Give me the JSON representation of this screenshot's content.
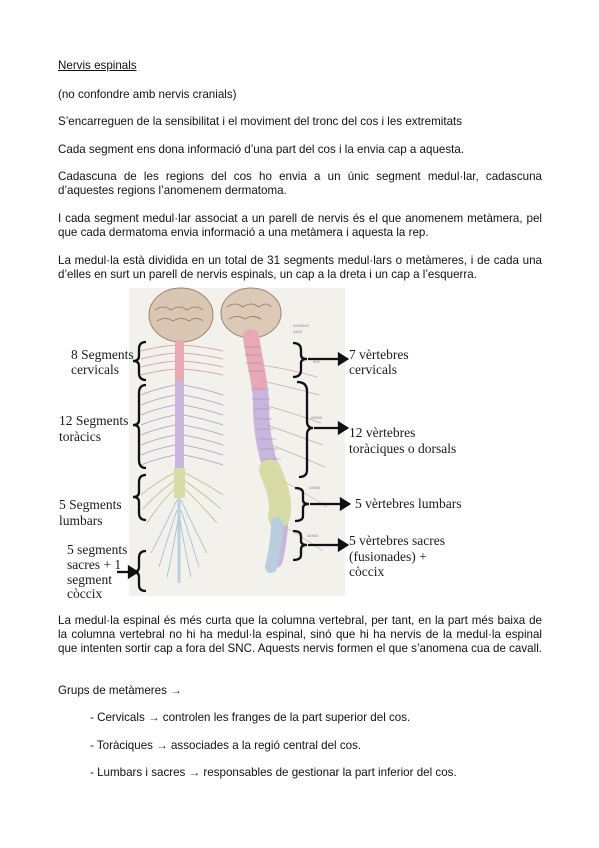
{
  "text": {
    "title": "Nervis espinals",
    "p1": "(no confondre amb nervis cranials)",
    "p2": "S’encarreguen de la sensibilitat i el moviment del tronc del cos i les extremitats",
    "p3": "Cada segment ens dona informació d’una part del cos i la envia cap a aquesta.",
    "p4": "Cadascuna de les regions del cos ho envia a un únic segment medul·lar, cadascuna d’aquestes regions l’anomenem dermatoma.",
    "p5": "I cada segment medul·lar associat a un parell de nervis és el que anomenem metàmera, pel que cada dermatoma envia informació a una metàmera i aquesta la rep.",
    "p6": "La medul·la està dividida en un total de 31 segments medul·lars o metàmeres, i de cada una d’elles en surt un parell de nervis espinals, un cap a la dreta i un cap a l’esquerra.",
    "p7": "La medul·la espinal és més curta que la columna vertebral, per tant, en la part més baixa de la columna vertebral no hi ha medul·la espinal, sinó que hi ha nervis de la medul·la espinal que intenten sortir cap a fora del SNC. Aquests nervis formen el que s’anomena cua de cavall.",
    "p8": "Grups de metàmeres →"
  },
  "list": [
    "- Cervicals → controlen les franges de la part superior del cos.",
    "- Toràciques → associades a la regió central del cos.",
    "- Lumbars i sacres → responsables de gestionar la part inferior del cos."
  ],
  "figure": {
    "left_labels": {
      "cervical_1": "8 Segments",
      "cervical_2": "cervicals",
      "thoracic_1": "12 Segments",
      "thoracic_2": "toràcics",
      "lumbar_1": "5 Segments",
      "lumbar_2": "lumbars",
      "sacral_1": "5 segments",
      "sacral_2": "sacres + 1",
      "sacral_3": "segment",
      "sacral_4": "còccix"
    },
    "right_labels": {
      "cervical_1": "7 vèrtebres",
      "cervical_2": "cervicals",
      "thoracic_1": "12 vèrtebres",
      "thoracic_2": "toràciques o dorsals",
      "lumbar": "5 vèrtebres lumbars",
      "sacral_1": "5 vèrtebres sacres",
      "sacral_2": "(fusionades) +",
      "sacral_3": "còccix"
    }
  }
}
